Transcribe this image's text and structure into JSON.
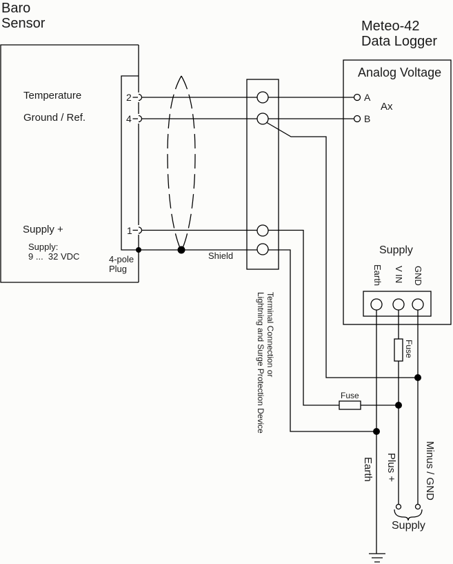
{
  "colors": {
    "line": "#000000",
    "background": "#fcfcfa",
    "text": "#1a1a1a"
  },
  "sensor": {
    "title_line1": "Baro",
    "title_line2": "Sensor",
    "label_temperature": "Temperature",
    "label_ground": "Ground / Ref.",
    "label_supply_plus": "Supply +",
    "supply_note_line1": "Supply:",
    "supply_note_line2": "9 ...  32 VDC",
    "plug_line1": "4-pole",
    "plug_line2": "Plug",
    "pin_temperature": "2",
    "pin_ground": "4",
    "pin_supply": "1"
  },
  "cable": {
    "shield_label": "Shield"
  },
  "protection": {
    "label_line1": "Terminal Connection or",
    "label_line2": "Lightning and Surge Protection Device"
  },
  "logger": {
    "title_line1": "Meteo-42",
    "title_line2": "Data Logger",
    "section_analog": "Analog Voltage",
    "terminal_a": "A",
    "terminal_b": "B",
    "channel": "Ax",
    "supply_header": "Supply",
    "supply_terminal_earth": "Earth",
    "supply_terminal_vin": "V IN",
    "supply_terminal_gnd": "GND"
  },
  "fuses": {
    "vertical_label": "Fuse",
    "horizontal_label": "Fuse"
  },
  "bottom": {
    "earth_label": "Earth",
    "plus_label": "Plus +",
    "minus_label": "Minus / GND",
    "supply_label": "Supply"
  }
}
